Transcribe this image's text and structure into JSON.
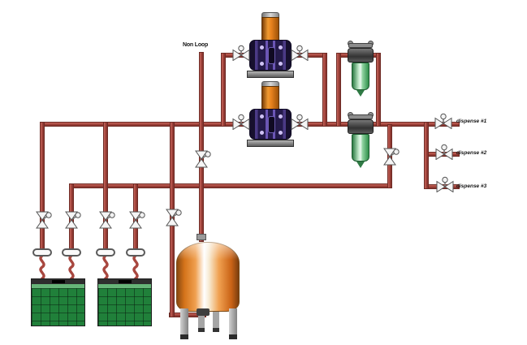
{
  "labels": {
    "non_loop": "Non Loop",
    "dispense": [
      "dispense #1",
      "dispense #2",
      "dispense #3"
    ]
  },
  "colors": {
    "pipe": "#a8473f",
    "pipe_edge": "#6f2b25",
    "pump_body_purple": "#241a4a",
    "dampener_orange": "#e8821e",
    "filter_green": "#8fd3a0",
    "filter_head_gray": "#4a4a4a",
    "tank_copper": "#e08a36",
    "tote_green": "#20803a",
    "valve_gray": "#f2f2f2",
    "background": "#ffffff"
  },
  "icons": {
    "valve": "bowtie-valve-icon",
    "pump": "diaphragm-pump-icon",
    "dampener": "pulsation-dampener-icon",
    "filter": "filter-housing-icon",
    "tank": "storage-tank-icon",
    "tote": "chemical-tote-icon",
    "coupling": "quick-connect-coupling-icon",
    "hose": "flex-hose-icon"
  }
}
